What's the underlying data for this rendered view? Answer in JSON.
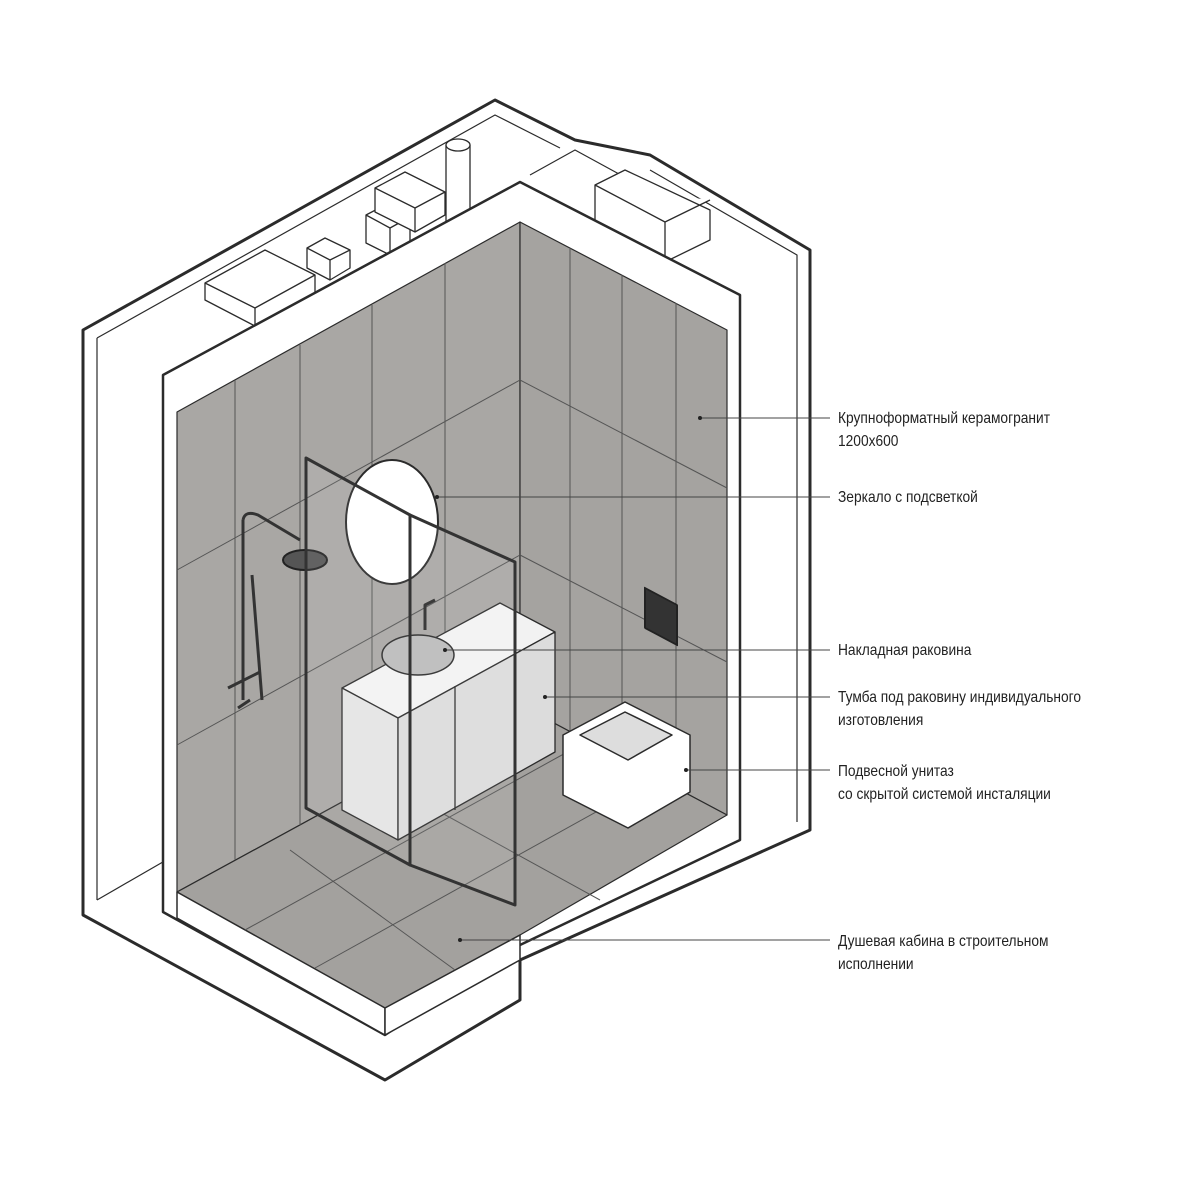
{
  "callouts": [
    {
      "id": "tile",
      "lines": [
        "Крупноформатный керамогранит",
        "1200х600"
      ]
    },
    {
      "id": "mirror",
      "lines": [
        "Зеркало с подсветкой"
      ]
    },
    {
      "id": "sink",
      "lines": [
        "Накладная раковина"
      ]
    },
    {
      "id": "vanity",
      "lines": [
        "Тумба под раковину индивидуального",
        "изготовления"
      ]
    },
    {
      "id": "toilet",
      "lines": [
        "Подвесной унитаз",
        "со скрытой системой инсталяции"
      ]
    },
    {
      "id": "shower",
      "lines": [
        "Душевая кабина в строительном",
        "исполнении"
      ]
    }
  ],
  "colors": {
    "wall": "#a9a7a4",
    "floor": "#a3a19e",
    "line": "#2b2b2b",
    "white": "#ffffff"
  }
}
